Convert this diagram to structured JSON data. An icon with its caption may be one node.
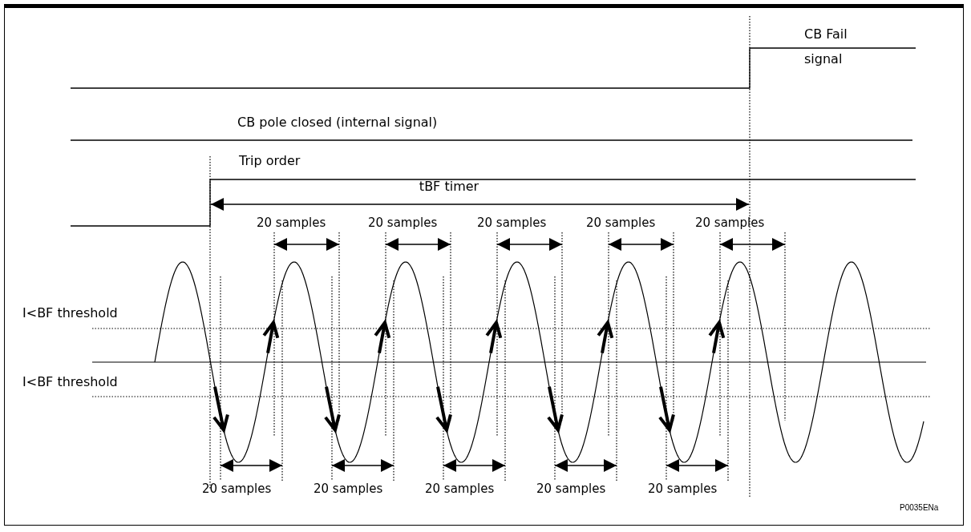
{
  "diagram": {
    "labels": [
      "CB Fail signal",
      "CB pole closed (internal signal)",
      "Trip order",
      "tBF timer",
      "20 samples",
      "20 samples",
      "20 samples",
      "20 samples",
      "20 samples",
      "I<BF threshold",
      "I<BF threshold",
      "20 samples",
      "20 samples",
      "20 samples",
      "20 samples",
      "20 samples",
      "P0035ENa"
    ]
  }
}
